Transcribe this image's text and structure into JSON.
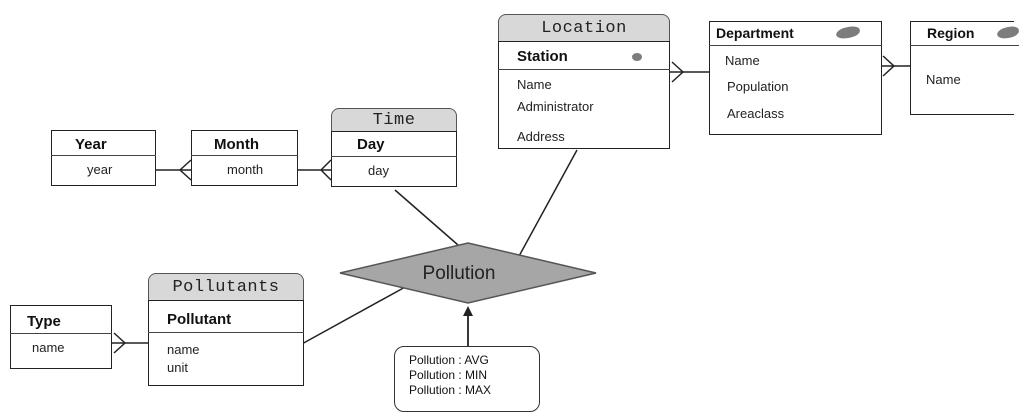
{
  "levels": {
    "year": {
      "title": "Year",
      "attribute": "year"
    },
    "month": {
      "title": "Month",
      "attribute": "month"
    },
    "day": {
      "title": "Day",
      "attribute": "day",
      "dimension": "Time"
    },
    "station": {
      "title": "Station",
      "dimension": "Location",
      "attributes": [
        "Name",
        "Administrator",
        "Address"
      ]
    },
    "department": {
      "title": "Department",
      "attributes": [
        "Name",
        "Population",
        "Areaclass"
      ]
    },
    "region": {
      "title": "Region",
      "attributes": [
        "Name"
      ]
    },
    "type": {
      "title": "Type",
      "attribute": "name"
    },
    "pollutant": {
      "title": "Pollutant",
      "dimension": "Pollutants",
      "attributes": [
        "name",
        "unit"
      ]
    }
  },
  "fact": {
    "name": "Pollution",
    "measures": [
      "Pollution : AVG",
      "Pollution : MIN",
      "Pollution : MAX"
    ]
  },
  "colors": {
    "fact_fill": "#a6a6a6",
    "dimension_tab": "#d8d8d8",
    "icon": "#7d7d7d"
  }
}
